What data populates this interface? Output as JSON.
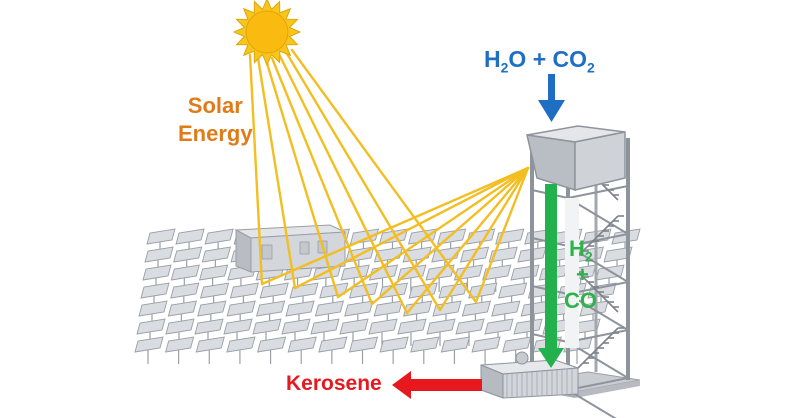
{
  "colors": {
    "solar_label": "#E07B1A",
    "feed_label": "#1F6FC6",
    "syngas_label": "#2DB34A",
    "product_label": "#E8191E",
    "sun": "#F7C61B",
    "sun_center": "#FBBA10",
    "rays": "#F2BE22",
    "heliostat": "#D9DCE1",
    "tower_frame": "#8E949C",
    "syngas_arrow": "#22B14C",
    "feed_arrow": "#1E6FC4",
    "product_arrow": "#E8191E"
  },
  "labels": {
    "solar_line1": "Solar",
    "solar_line2": "Energy",
    "feed_h": "H",
    "feed_h_sub": "2",
    "feed_o_plus_c": "O + CO",
    "feed_c_sub": "2",
    "syngas_h": "H",
    "syngas_h_sub": "2",
    "syngas_plus": "+",
    "syngas_co": "CO",
    "product": "Kerosene"
  }
}
